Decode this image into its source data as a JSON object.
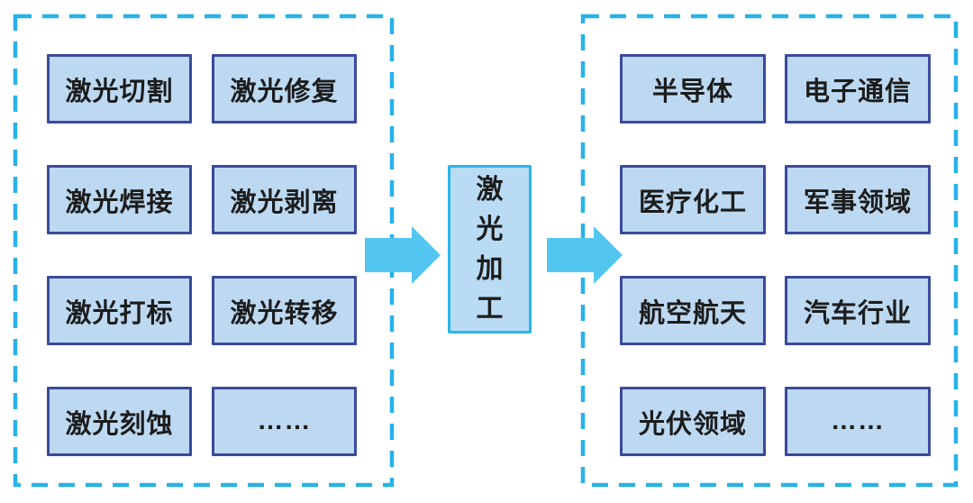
{
  "diagram": {
    "center_label": "激光加工",
    "left_items": [
      "激光切割",
      "激光修复",
      "激光焊接",
      "激光剥离",
      "激光打标",
      "激光转移",
      "激光刻蚀",
      "……"
    ],
    "right_items": [
      "半导体",
      "电子通信",
      "医疗化工",
      "军事领域",
      "航空航天",
      "汽车行业",
      "光伏领域",
      "……"
    ],
    "icons": {
      "flow_left": "arrow-right-icon",
      "flow_right": "arrow-right-icon"
    },
    "colors": {
      "dashed_border": "#29b1e8",
      "arrow": "#53c6f0",
      "node_fill": "#bdd9f2",
      "node_border": "#3a4a9c",
      "center_fill": "#b9dcf4",
      "center_border": "#2bb4e9",
      "text": "#1c1c1c",
      "background": "#ffffff"
    }
  }
}
